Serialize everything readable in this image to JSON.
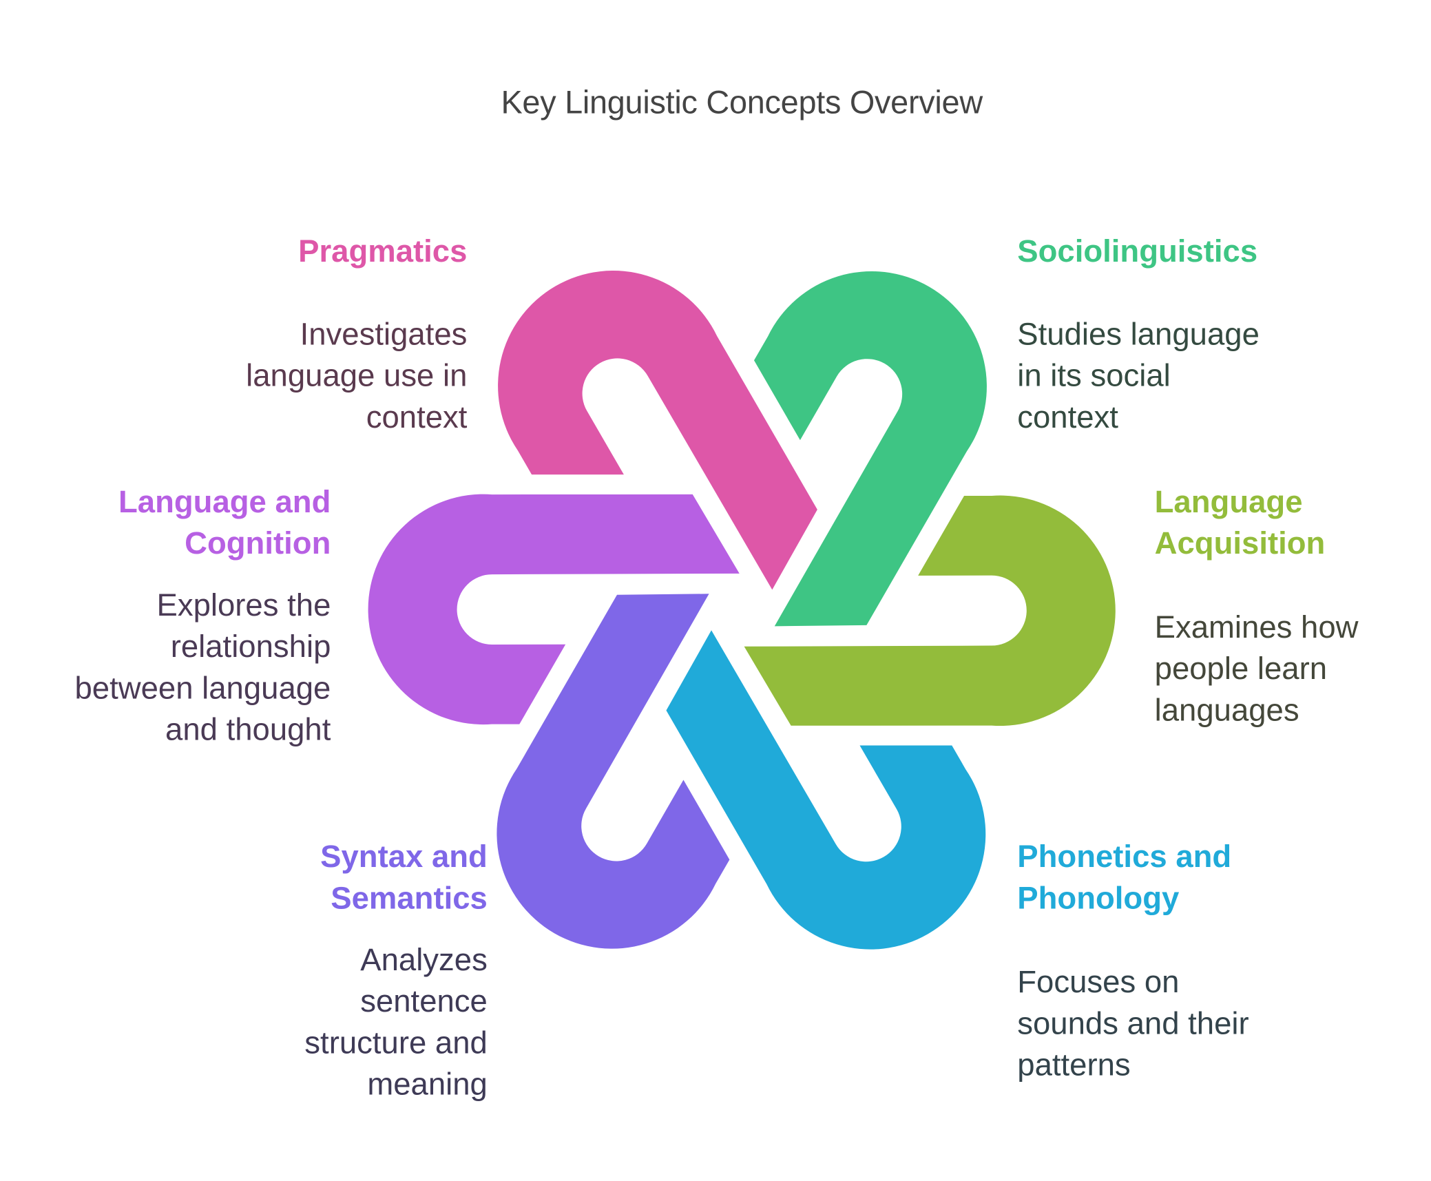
{
  "title": "Key Linguistic Concepts Overview",
  "concepts": [
    {
      "id": "pragmatics",
      "heading": "Pragmatics",
      "description_lines": [
        "Investigates",
        "language use in",
        "context"
      ],
      "color": "#DE57A8",
      "text_color": "#5A3A4E"
    },
    {
      "id": "sociolinguistics",
      "heading": "Sociolinguistics",
      "description_lines": [
        "Studies language",
        "in its social",
        "context"
      ],
      "color": "#3EC584",
      "text_color": "#344A40"
    },
    {
      "id": "language-acquisition",
      "heading_lines": [
        "Language",
        "Acquisition"
      ],
      "heading": "Language Acquisition",
      "description_lines": [
        "Examines how",
        "people learn",
        "languages"
      ],
      "color": "#93BC3B",
      "text_color": "#44473A"
    },
    {
      "id": "phonetics-phonology",
      "heading_lines": [
        "Phonetics and",
        "Phonology"
      ],
      "heading": "Phonetics and Phonology",
      "description_lines": [
        "Focuses on",
        "sounds and their",
        "patterns"
      ],
      "color": "#20AAD9",
      "text_color": "#33434B"
    },
    {
      "id": "syntax-semantics",
      "heading_lines": [
        "Syntax and",
        "Semantics"
      ],
      "heading": "Syntax and Semantics",
      "description_lines": [
        "Analyzes",
        "sentence",
        "structure and",
        "meaning"
      ],
      "color": "#7F67E8",
      "text_color": "#3E3A56"
    },
    {
      "id": "language-cognition",
      "heading_lines": [
        "Language and",
        "Cognition"
      ],
      "heading": "Language and Cognition",
      "description_lines": [
        "Explores the",
        "relationship",
        "between language",
        "and thought"
      ],
      "color": "#B760E3",
      "text_color": "#4A3A55"
    }
  ]
}
